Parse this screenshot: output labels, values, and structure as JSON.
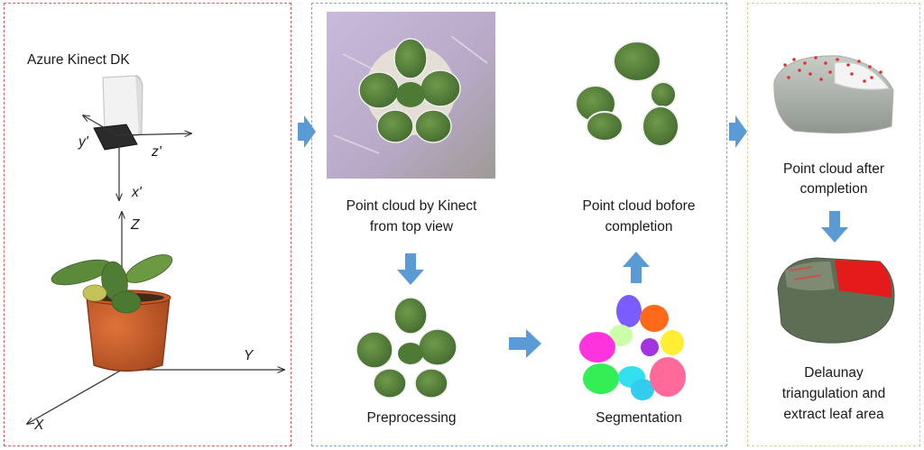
{
  "colors": {
    "panel1_border": "#e25a5a",
    "panel2_border": "#7fa6d4",
    "panel3_border": "#d8cf94",
    "arrow": "#5b9bd5"
  },
  "panel1": {
    "device_label": "Azure Kinect DK",
    "axes": {
      "x_prime": "x'",
      "y_prime": "y'",
      "z_prime": "z'",
      "Z": "Z",
      "Y": "Y",
      "X": "X"
    }
  },
  "panel2": {
    "kinect_caption_line1": "Point cloud by Kinect",
    "kinect_caption_line2": "from top view",
    "before_caption_line1": "Point cloud bofore",
    "before_caption_line2": "completion",
    "preprocessing": "Preprocessing",
    "segmentation": "Segmentation"
  },
  "panel3": {
    "after_line1": "Point cloud after",
    "after_line2": "completion",
    "delaunay_line1": "Delaunay",
    "delaunay_line2": "triangulation and",
    "delaunay_line3": "extract leaf area"
  }
}
